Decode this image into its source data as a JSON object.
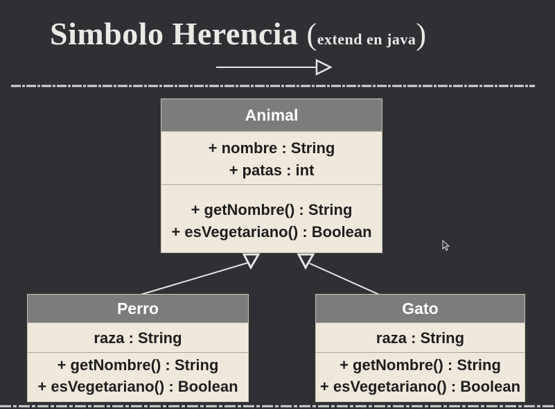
{
  "title": {
    "main": "Simbolo Herencia",
    "open_paren": "(",
    "subtitle": "extend en java",
    "close_paren": ")"
  },
  "classes": {
    "animal": {
      "name": "Animal",
      "attributes": [
        "+ nombre : String",
        "+ patas : int"
      ],
      "methods": [
        "+ getNombre() : String",
        "+ esVegetariano() : Boolean"
      ]
    },
    "perro": {
      "name": "Perro",
      "attributes": [
        "raza : String"
      ],
      "methods": [
        "+ getNombre() : String",
        "+ esVegetariano() : Boolean"
      ]
    },
    "gato": {
      "name": "Gato",
      "attributes": [
        "raza : String"
      ],
      "methods": [
        "+ getNombre() : String",
        "+ esVegetariano() : Boolean"
      ]
    }
  },
  "relations": [
    {
      "type": "inheritance",
      "from": "Perro",
      "to": "Animal"
    },
    {
      "type": "inheritance",
      "from": "Gato",
      "to": "Animal"
    }
  ],
  "colors": {
    "background": "#2f3033",
    "box_fill": "#efe9dd",
    "header_fill": "#7c7c7c",
    "line": "#e6e6e6"
  }
}
